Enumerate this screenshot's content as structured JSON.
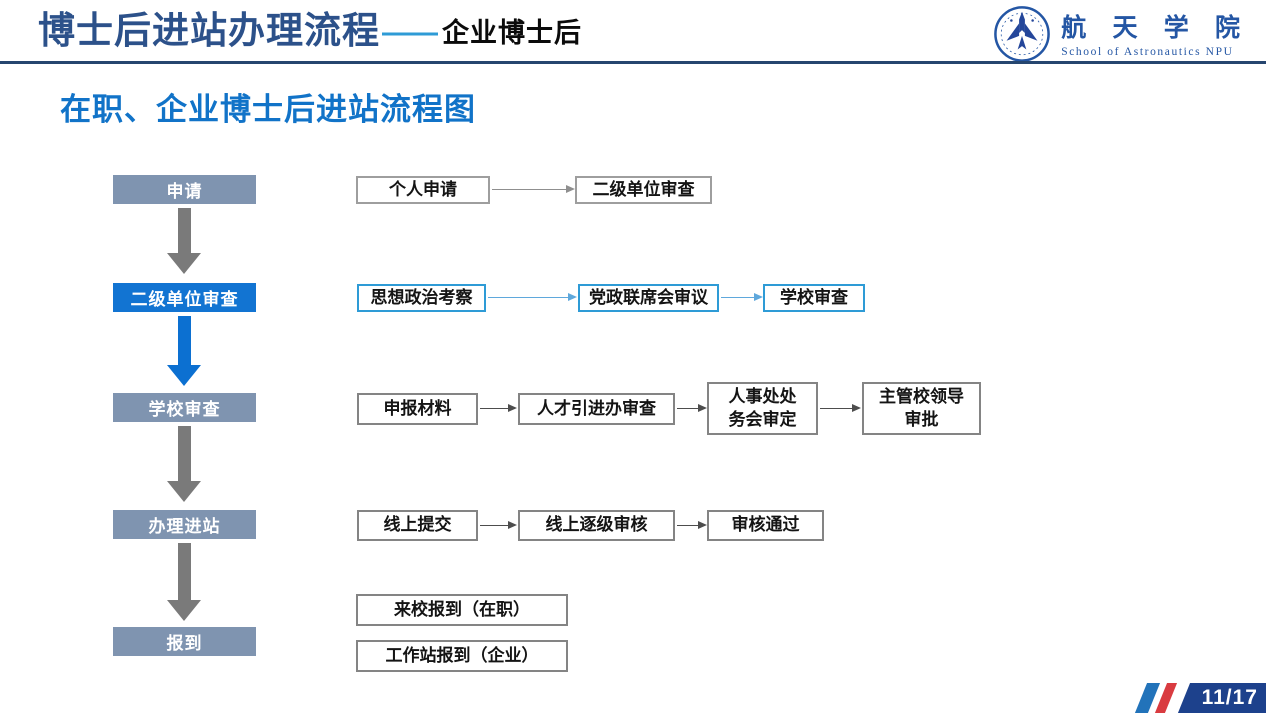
{
  "header": {
    "title_main": "博士后进站办理流程",
    "title_dash": "——",
    "title_sub": "企业博士后",
    "logo_cn": "航 天 学 院",
    "logo_en": "School of Astronautics NPU"
  },
  "subtitle": "在职、企业博士后进站流程图",
  "stages": [
    "申请",
    "二级单位审查",
    "学校审查",
    "办理进站",
    "报到"
  ],
  "rows": {
    "r1": [
      "个人申请",
      "二级单位审查"
    ],
    "r2": [
      "思想政治考察",
      "党政联席会审议",
      "学校审查"
    ],
    "r3": [
      "申报材料",
      "人才引进办审查",
      "人事处处\n务会审定",
      "主管校领导\n审批"
    ],
    "r4": [
      "线上提交",
      "线上逐级审核",
      "审核通过"
    ],
    "r5": [
      "来校报到（在职）",
      "工作站报到（企业）"
    ]
  },
  "footer": {
    "page": "11/17"
  },
  "colors": {
    "title_dark_blue": "#2C518A",
    "subtitle_blue": "#1173C8",
    "active_stage_blue": "#1274D2",
    "inactive_stage_slate": "#7F94B0",
    "light_blue_border": "#2E9BD6",
    "header_line_navy": "#26466F",
    "badge_blue": "#1D418C",
    "stripe_red": "#D93B40",
    "stripe_blue": "#2273BA"
  }
}
